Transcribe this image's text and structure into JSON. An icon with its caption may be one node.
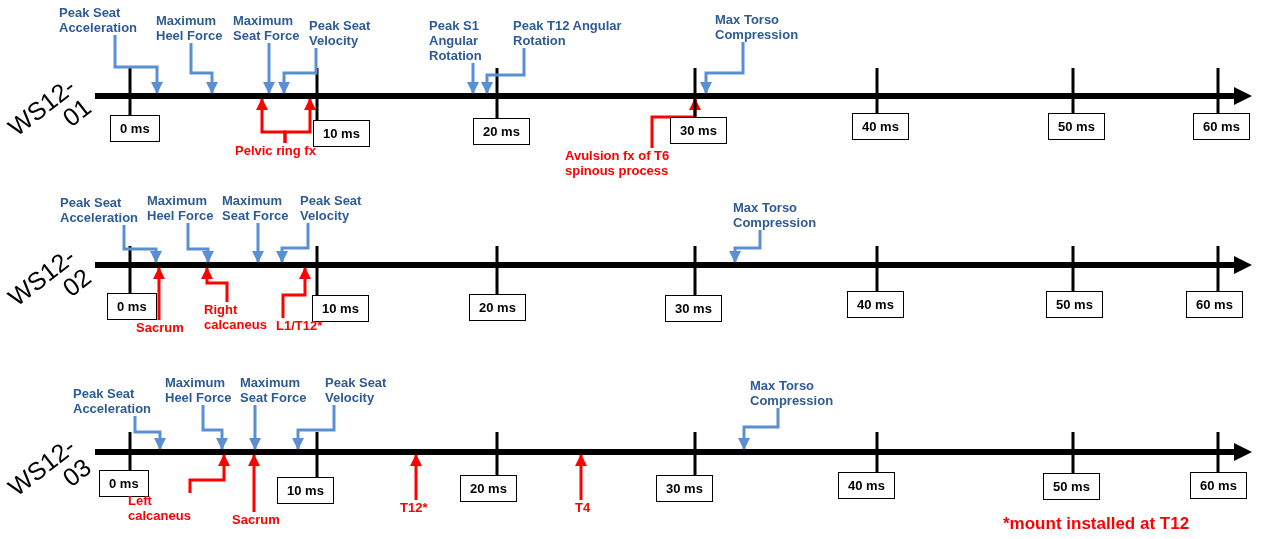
{
  "diagram": {
    "nodes": [
      {
        "text": [
          "Peak Seat Acceleration"
        ]
      },
      {
        "text": [
          "Maximum Heel Force"
        ]
      },
      {
        "text": [
          "Maximum Seat Force"
        ]
      },
      {
        "text": [
          "Peak Seat Velocity"
        ]
      },
      {
        "text": [
          "Peak S1 Angular Rotation"
        ]
      },
      {
        "text": [
          "Peak T12 Angular Rotation"
        ]
      },
      {
        "text": [
          "Max Torso Compression"
        ]
      },
      {
        "text": [
          "0 ms"
        ]
      },
      {
        "text": [
          "10 ms"
        ]
      },
      {
        "text": [
          "20 ms"
        ]
      },
      {
        "text": [
          "30 ms"
        ]
      },
      {
        "text": [
          "40 ms"
        ]
      },
      {
        "text": [
          "50 ms"
        ]
      },
      {
        "text": [
          "60 ms"
        ]
      },
      {
        "text": [
          "Pelvic ring fx"
        ]
      },
      {
        "text": [
          "Avulsion fx of T6 spinous process"
        ]
      },
      {
        "text": [
          "Peak Seat Acceleration"
        ]
      },
      {
        "text": [
          "Maximum Heel Force"
        ]
      },
      {
        "text": [
          "Maximum Seat Force"
        ]
      },
      {
        "text": [
          "Peak Seat Velocity"
        ]
      },
      {
        "text": [
          "Max Torso Compression"
        ]
      },
      {
        "text": [
          "0 ms"
        ]
      },
      {
        "text": [
          "10 ms"
        ]
      },
      {
        "text": [
          "20 ms"
        ]
      },
      {
        "text": [
          "30 ms"
        ]
      },
      {
        "text": [
          "40 ms"
        ]
      },
      {
        "text": [
          "50 ms"
        ]
      },
      {
        "text": [
          "60 ms"
        ]
      },
      {
        "text": [
          "Sacrum"
        ]
      },
      {
        "text": [
          "Right calcaneus"
        ]
      },
      {
        "text": [
          "L1/T12*"
        ]
      },
      {
        "text": [
          "Peak Seat Acceleration"
        ]
      },
      {
        "text": [
          "Maximum Heel Force"
        ]
      },
      {
        "text": [
          "Maximum Seat Force"
        ]
      },
      {
        "text": [
          "Peak Seat Velocity"
        ]
      },
      {
        "text": [
          "Max Torso Compression"
        ]
      },
      {
        "text": [
          "0 ms"
        ]
      },
      {
        "text": [
          "10 ms"
        ]
      },
      {
        "text": [
          "20 ms"
        ]
      },
      {
        "text": [
          "30 ms"
        ]
      },
      {
        "text": [
          "40 ms"
        ]
      },
      {
        "text": [
          "50 ms"
        ]
      },
      {
        "text": [
          "60 ms"
        ]
      },
      {
        "text": [
          "Left calcaneus"
        ]
      },
      {
        "text": [
          "Sacrum"
        ]
      },
      {
        "text": [
          "T12*"
        ]
      },
      {
        "text": [
          "T4"
        ]
      },
      {
        "text": [],
        "shape": "arrow"
      },
      {
        "text": [],
        "shape": "arrow"
      },
      {
        "text": [],
        "shape": "arrow"
      }
    ],
    "edges": [
      {
        "from": 0,
        "to": 47,
        "arrow": "to",
        "color": "#5b8fd4"
      },
      {
        "from": 1,
        "to": 47,
        "arrow": "to",
        "color": "#5b8fd4"
      },
      {
        "from": 2,
        "to": 47,
        "arrow": "to",
        "color": "#5b8fd4"
      },
      {
        "from": 3,
        "to": 47,
        "arrow": "to",
        "color": "#5b8fd4"
      },
      {
        "from": 4,
        "to": 47,
        "arrow": "to",
        "color": "#5b8fd4"
      },
      {
        "from": 5,
        "to": 47,
        "arrow": "to",
        "color": "#5b8fd4"
      },
      {
        "from": 6,
        "to": 47,
        "arrow": "to",
        "color": "#5b8fd4"
      },
      {
        "from": 14,
        "to": 47,
        "arrow": "to",
        "color": "#ff0000"
      },
      {
        "from": 14,
        "to": 47,
        "arrow": "to",
        "color": "#ff0000"
      },
      {
        "from": 15,
        "to": 47,
        "arrow": "to",
        "color": "#ff0000"
      },
      {
        "from": 16,
        "to": 48,
        "arrow": "to",
        "color": "#5b8fd4"
      },
      {
        "from": 17,
        "to": 48,
        "arrow": "to",
        "color": "#5b8fd4"
      },
      {
        "from": 18,
        "to": 48,
        "arrow": "to",
        "color": "#5b8fd4"
      },
      {
        "from": 19,
        "to": 48,
        "arrow": "to",
        "color": "#5b8fd4"
      },
      {
        "from": 20,
        "to": 48,
        "arrow": "to",
        "color": "#5b8fd4"
      },
      {
        "from": 28,
        "to": 48,
        "arrow": "to",
        "color": "#ff0000"
      },
      {
        "from": 29,
        "to": 48,
        "arrow": "to",
        "color": "#ff0000"
      },
      {
        "from": 30,
        "to": 48,
        "arrow": "to",
        "color": "#ff0000"
      },
      {
        "from": 31,
        "to": 49,
        "arrow": "to",
        "color": "#5b8fd4"
      },
      {
        "from": 32,
        "to": 49,
        "arrow": "to",
        "color": "#5b8fd4"
      },
      {
        "from": 33,
        "to": 49,
        "arrow": "to",
        "color": "#5b8fd4"
      },
      {
        "from": 34,
        "to": 49,
        "arrow": "to",
        "color": "#5b8fd4"
      },
      {
        "from": 35,
        "to": 49,
        "arrow": "to",
        "color": "#5b8fd4"
      },
      {
        "from": 43,
        "to": 49,
        "arrow": "to",
        "color": "#ff0000"
      },
      {
        "from": 44,
        "to": 49,
        "arrow": "to",
        "color": "#ff0000"
      },
      {
        "from": 45,
        "to": 49,
        "arrow": "to",
        "color": "#ff0000"
      },
      {
        "from": 46,
        "to": 49,
        "arrow": "to",
        "color": "#ff0000"
      },
      {
        "from": 47,
        "to": 7,
        "arrow": "none"
      },
      {
        "from": 47,
        "to": 8,
        "arrow": "none"
      },
      {
        "from": 47,
        "to": 9,
        "arrow": "none"
      },
      {
        "from": 47,
        "to": 10,
        "arrow": "none"
      },
      {
        "from": 47,
        "to": 11,
        "arrow": "none"
      },
      {
        "from": 47,
        "to": 12,
        "arrow": "none"
      },
      {
        "from": 47,
        "to": 13,
        "arrow": "none"
      },
      {
        "from": 48,
        "to": 21,
        "arrow": "none"
      },
      {
        "from": 48,
        "to": 22,
        "arrow": "none"
      },
      {
        "from": 48,
        "to": 23,
        "arrow": "none"
      },
      {
        "from": 48,
        "to": 24,
        "arrow": "none"
      },
      {
        "from": 48,
        "to": 25,
        "arrow": "none"
      },
      {
        "from": 48,
        "to": 26,
        "arrow": "none"
      },
      {
        "from": 48,
        "to": 27,
        "arrow": "none"
      },
      {
        "from": 49,
        "to": 36,
        "arrow": "none"
      },
      {
        "from": 49,
        "to": 37,
        "arrow": "none"
      },
      {
        "from": 49,
        "to": 38,
        "arrow": "none"
      },
      {
        "from": 49,
        "to": 39,
        "arrow": "none"
      },
      {
        "from": 49,
        "to": 40,
        "arrow": "none"
      },
      {
        "from": 49,
        "to": 41,
        "arrow": "none"
      },
      {
        "from": 49,
        "to": 42,
        "arrow": "none"
      }
    ],
    "labels": [
      "WS12-01",
      "WS12-02",
      "WS12-03",
      "*mount installed at T12"
    ]
  }
}
